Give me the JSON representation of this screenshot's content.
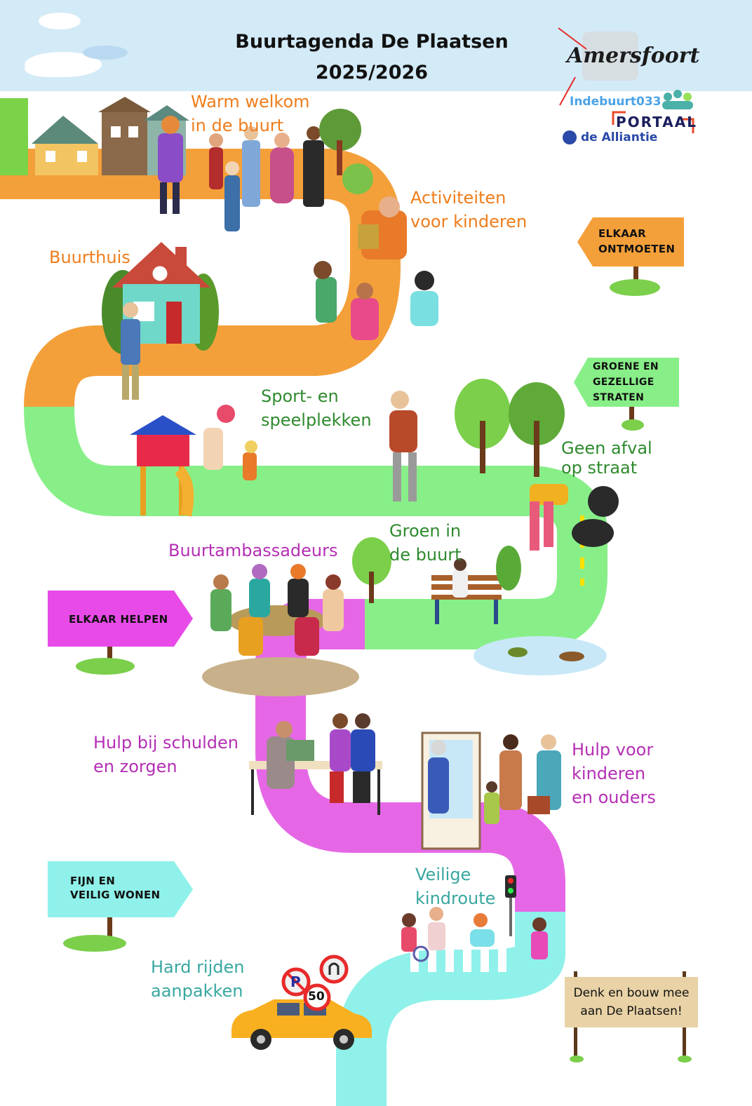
{
  "header": {
    "title_line1": "Buurtagenda De Plaatsen",
    "title_line2": "2025/2026"
  },
  "logos": {
    "city": "Amersfoort",
    "indebuurt": "Indebuurt033",
    "portaal": "PORTAAL",
    "alliantie": "de Alliantie"
  },
  "colors": {
    "sky": "#d3eaf7",
    "orange": "#f4a03a",
    "orange_text": "#ef7d1c",
    "green": "#88ef88",
    "green_text": "#2f8a2f",
    "magenta": "#e667e6",
    "magenta_text": "#b42fb4",
    "cyan": "#8ff1ea",
    "cyan_text": "#38a8a0"
  },
  "labels": {
    "warm_welcome": "Warm welkom\nin de buurt",
    "activities_children": "Activiteiten\nvoor kinderen",
    "community_center": "Buurthuis",
    "sport_play": "Sport- en\nspeelplekken",
    "no_litter": "Geen afval\nop straat",
    "green_neighbourhood": "Groen in\nde buurt",
    "ambassadors": "Buurtambassadeurs",
    "debt_help": "Hulp bij schulden\nen zorgen",
    "help_children_parents": "Hulp voor\nkinderen\nen ouders",
    "safe_school_route": "Veilige\nkindroute",
    "tackle_speeding": "Hard rijden\naanpakken"
  },
  "signs": {
    "meet": "ELKAAR\nONTMOETEN",
    "green_streets": "GROENE EN\nGEZELLIGE\nSTRATEN",
    "help_each_other": "ELKAAR HELPEN",
    "safe_living": "FIJN EN\nVEILIG WONEN"
  },
  "board": {
    "text": "Denk en bouw mee\naan De Plaatsen!"
  },
  "road_signs": {
    "speed_limit": "50",
    "no_parking": "P"
  }
}
